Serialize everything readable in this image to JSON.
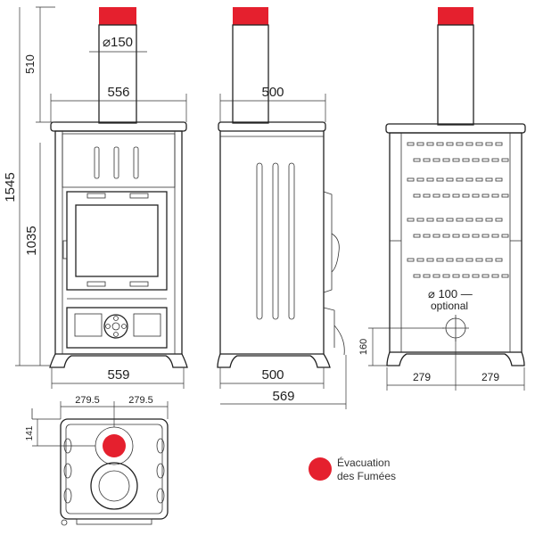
{
  "colors": {
    "flue_red": "#E5202E",
    "line": "#222222"
  },
  "dimensions": {
    "flue_height": "510",
    "flue_diameter": "⌀150",
    "front_top_width": "556",
    "total_height": "1545",
    "flue_axis_height": "1035",
    "front_base_width": "559",
    "side_top_depth": "500",
    "side_base_depth": "500",
    "side_overall_depth": "569",
    "rear_optional_diameter": "⌀ 100 —",
    "rear_optional_label": "optional",
    "rear_optional_height": "160",
    "rear_left_half": "279",
    "rear_right_half": "279",
    "top_left_half": "279.5",
    "top_right_half": "279.5",
    "top_flue_offset": "141"
  },
  "legend": {
    "line1": "Évacuation",
    "line2": "des Fumées"
  }
}
